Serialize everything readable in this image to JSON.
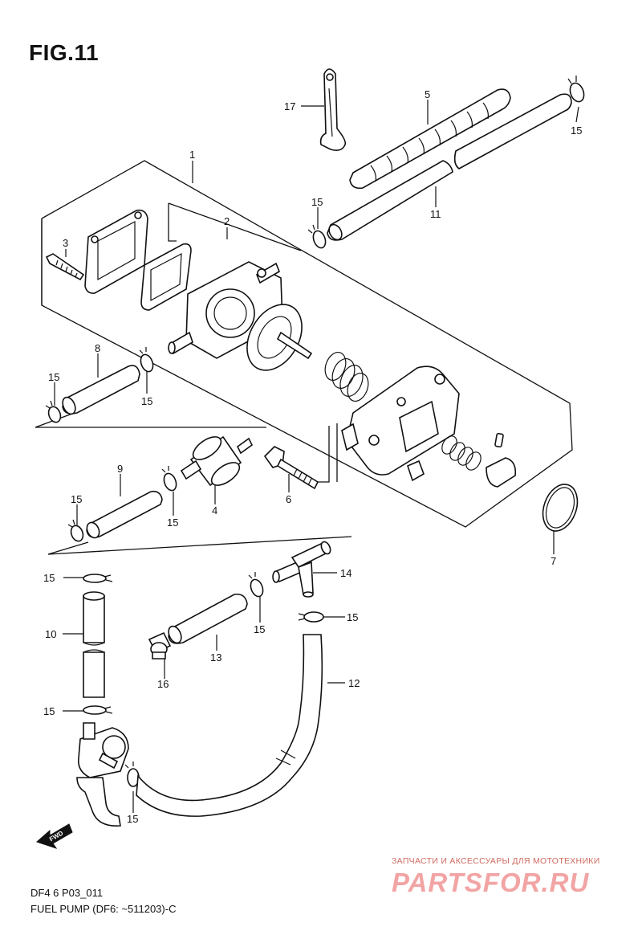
{
  "figure": {
    "title": "FIG.11"
  },
  "callouts": {
    "p1": "1",
    "p2": "2",
    "p3": "3",
    "p4": "4",
    "p5": "5",
    "p6": "6",
    "p7": "7",
    "p8": "8",
    "p9": "9",
    "p10": "10",
    "p11": "11",
    "p12": "12",
    "p13": "13",
    "p14": "14",
    "p16": "16",
    "p17": "17",
    "p15": "15"
  },
  "fwd_arrow": {
    "label": "FWD"
  },
  "footer": {
    "code": "DF4 6 P03_011",
    "description": "FUEL PUMP (DF6: ~511203)-C"
  },
  "watermark": {
    "top": "ЗАПЧАСТИ И АКСЕССУАРЫ ДЛЯ МОТОТЕХНИКИ",
    "main": "PARTSFOR.RU"
  },
  "colors": {
    "line": "#111111",
    "watermark": "#e74c4c"
  }
}
